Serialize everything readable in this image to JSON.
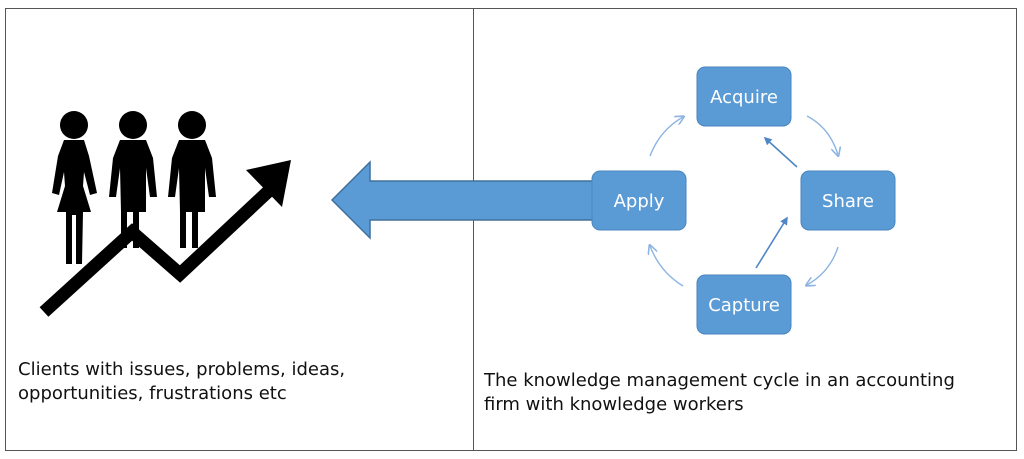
{
  "left_panel": {
    "icon": "people-growth-icon",
    "caption_lines": [
      "Clients with issues, problems, ideas,",
      "opportunities, frustrations etc"
    ]
  },
  "right_panel": {
    "caption_lines": [
      "The knowledge management cycle in an accounting",
      "firm with knowledge workers"
    ],
    "cycle_nodes": {
      "acquire": "Acquire",
      "share": "Share",
      "capture": "Capture",
      "apply": "Apply"
    }
  },
  "colors": {
    "node_fill": "#5b9bd5",
    "node_stroke": "#4a86bf",
    "arrow_fill": "#5b9bd5",
    "arrow_stroke": "#41719c",
    "thin_arrow": "#8db4e2",
    "bold_arrow": "#4f86c6",
    "border": "#555555",
    "icon": "#000000"
  }
}
